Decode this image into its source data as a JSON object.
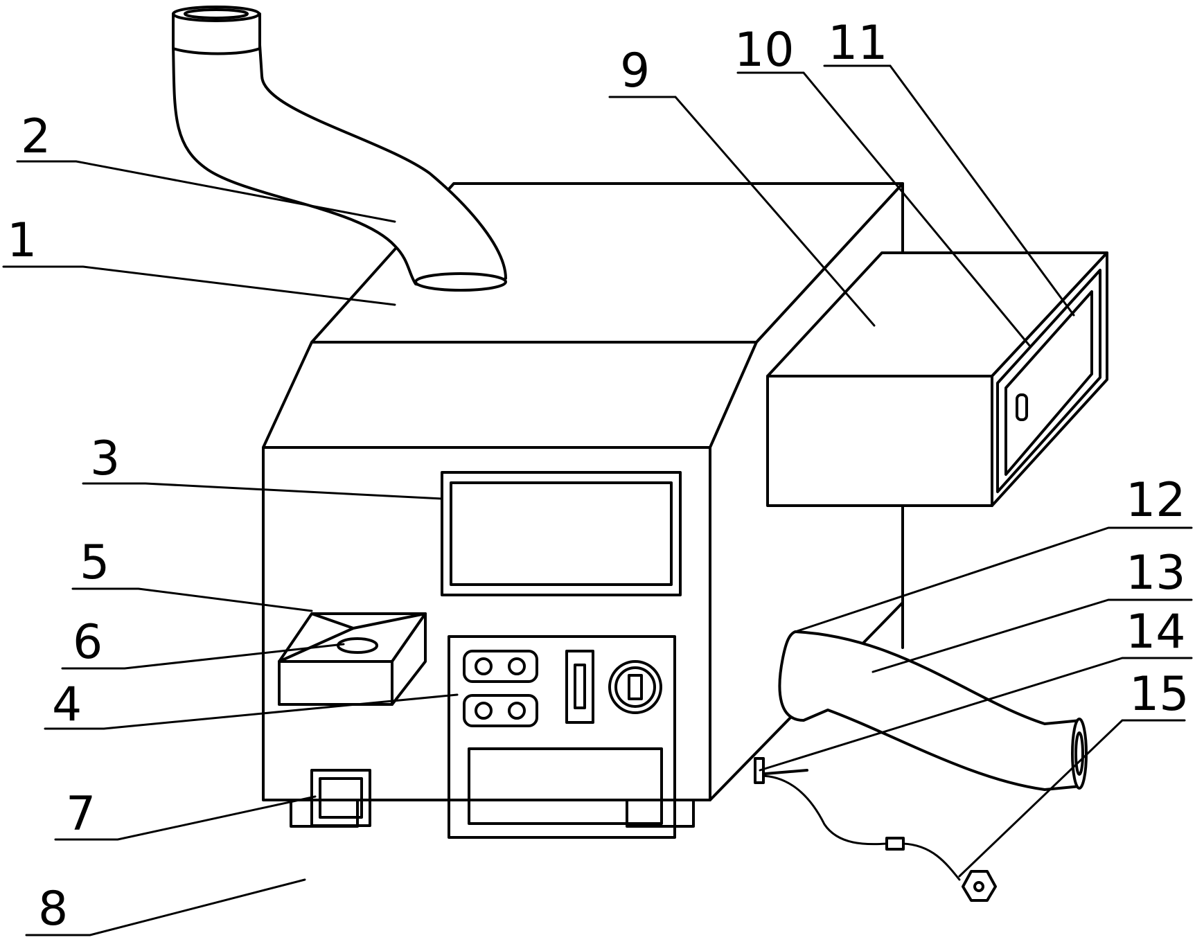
{
  "labels": [
    "1",
    "2",
    "3",
    "4",
    "5",
    "6",
    "7",
    "8",
    "9",
    "10",
    "11",
    "12",
    "13",
    "14",
    "15"
  ],
  "colors": {
    "line": "#000000",
    "background": "#ffffff"
  }
}
